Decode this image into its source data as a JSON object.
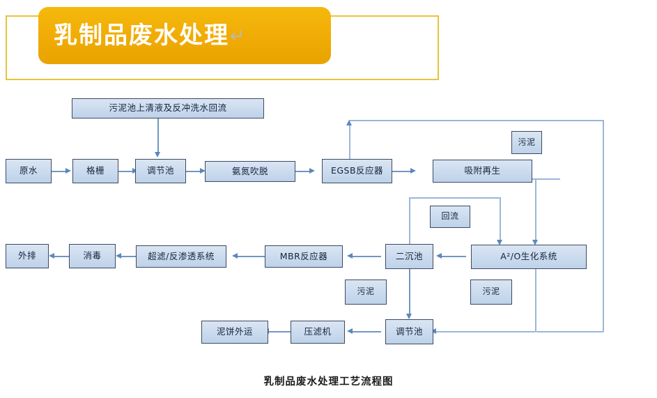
{
  "header": {
    "title": "乳制品废水处理",
    "return_glyph": "↵",
    "banner_color": "#f0ab05",
    "outline_color": "#e8c33c"
  },
  "diagram": {
    "caption": "乳制品废水处理工艺流程图",
    "node_fill": "#ccdcef",
    "node_border": "#3b4a61",
    "connector_color": "#7296c4",
    "nodes": [
      {
        "id": "reflux_top",
        "label": "污泥池上清液及反冲洗水回流"
      },
      {
        "id": "raw_water",
        "label": "原水"
      },
      {
        "id": "grille",
        "label": "格栅"
      },
      {
        "id": "equal_tank_1",
        "label": "调节池"
      },
      {
        "id": "nh3_strip",
        "label": "氨氮吹脱"
      },
      {
        "id": "egsb",
        "label": "EGSB反应器"
      },
      {
        "id": "adsorb_regen",
        "label": "吸附再生"
      },
      {
        "id": "sludge_1",
        "label": "污泥"
      },
      {
        "id": "reflux_label",
        "label": "回流"
      },
      {
        "id": "outfall",
        "label": "外排"
      },
      {
        "id": "disinfect",
        "label": "消毒"
      },
      {
        "id": "uf_ro",
        "label": "超滤/反渗透系统"
      },
      {
        "id": "mbr",
        "label": "MBR反应器"
      },
      {
        "id": "sec_clarifier",
        "label": "二沉池"
      },
      {
        "id": "ao_system",
        "label": "A²/O生化系统"
      },
      {
        "id": "sludge_2",
        "label": "污泥"
      },
      {
        "id": "sludge_3",
        "label": "污泥"
      },
      {
        "id": "mud_cake",
        "label": "泥饼外运"
      },
      {
        "id": "filter_press",
        "label": "压滤机"
      },
      {
        "id": "equal_tank_2",
        "label": "调节池"
      }
    ]
  }
}
